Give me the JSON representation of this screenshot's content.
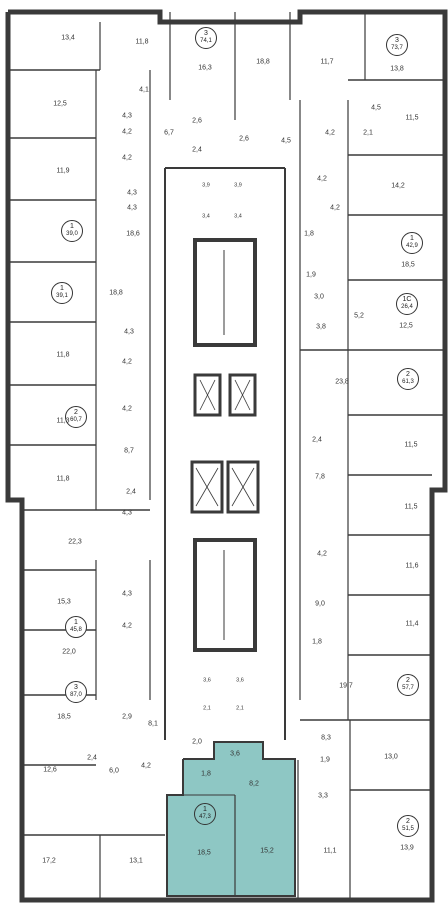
{
  "colors": {
    "wall": "#3a3a3a",
    "selected": "#8ec7c4",
    "selected_dark": "#5a9f9b",
    "background": "#ffffff"
  },
  "apartments": [
    {
      "id": "a-3-741",
      "rooms": "3",
      "area": "74,1"
    },
    {
      "id": "a-3-737",
      "rooms": "3",
      "area": "73,7"
    },
    {
      "id": "a-1-390",
      "rooms": "1",
      "area": "39,0"
    },
    {
      "id": "a-1-429",
      "rooms": "1",
      "area": "42,9"
    },
    {
      "id": "a-1-391",
      "rooms": "1",
      "area": "39,1"
    },
    {
      "id": "a-1c-264",
      "rooms": "1C",
      "area": "26,4"
    },
    {
      "id": "a-2-613",
      "rooms": "2",
      "area": "61,3"
    },
    {
      "id": "a-2-607",
      "rooms": "2",
      "area": "60,7"
    },
    {
      "id": "a-1-458",
      "rooms": "1",
      "area": "45,8"
    },
    {
      "id": "a-2-577",
      "rooms": "2",
      "area": "57,7"
    },
    {
      "id": "a-3-870",
      "rooms": "3",
      "area": "87,0"
    },
    {
      "id": "a-2-515",
      "rooms": "2",
      "area": "51,5"
    },
    {
      "id": "a-1-473",
      "rooms": "1",
      "area": "47,3",
      "selected": true
    }
  ],
  "room_areas": [
    "13,4",
    "11,8",
    "16,3",
    "18,8",
    "11,7",
    "13,8",
    "4,1",
    "12,5",
    "4,3",
    "4,2",
    "6,7",
    "2,6",
    "2,6",
    "2,4",
    "4,5",
    "4,5",
    "4,2",
    "2,1",
    "11,5",
    "11,9",
    "4,2",
    "4,3",
    "3,9",
    "3,9",
    "4,2",
    "14,2",
    "4,3",
    "3,4",
    "3,4",
    "4,2",
    "18,6",
    "1,8",
    "18,5",
    "18,8",
    "1,9",
    "3,0",
    "5,2",
    "4,3",
    "3,8",
    "12,5",
    "11,8",
    "4,2",
    "23,8",
    "4,2",
    "11,3",
    "8,7",
    "2,4",
    "11,5",
    "11,8",
    "2,4",
    "7,8",
    "11,5",
    "22,3",
    "4,3",
    "4,2",
    "15,3",
    "4,3",
    "4,2",
    "11,6",
    "9,0",
    "11,4",
    "22,0",
    "1,8",
    "3,6",
    "3,6",
    "19,7",
    "2,9",
    "2,1",
    "2,1",
    "18,5",
    "8,1",
    "2,0",
    "3,6",
    "8,3",
    "1,9",
    "13,0",
    "2,4",
    "1,8",
    "8,2",
    "12,6",
    "6,0",
    "4,2",
    "3,3",
    "17,2",
    "13,1",
    "18,5",
    "15,2",
    "11,1",
    "13,9"
  ]
}
